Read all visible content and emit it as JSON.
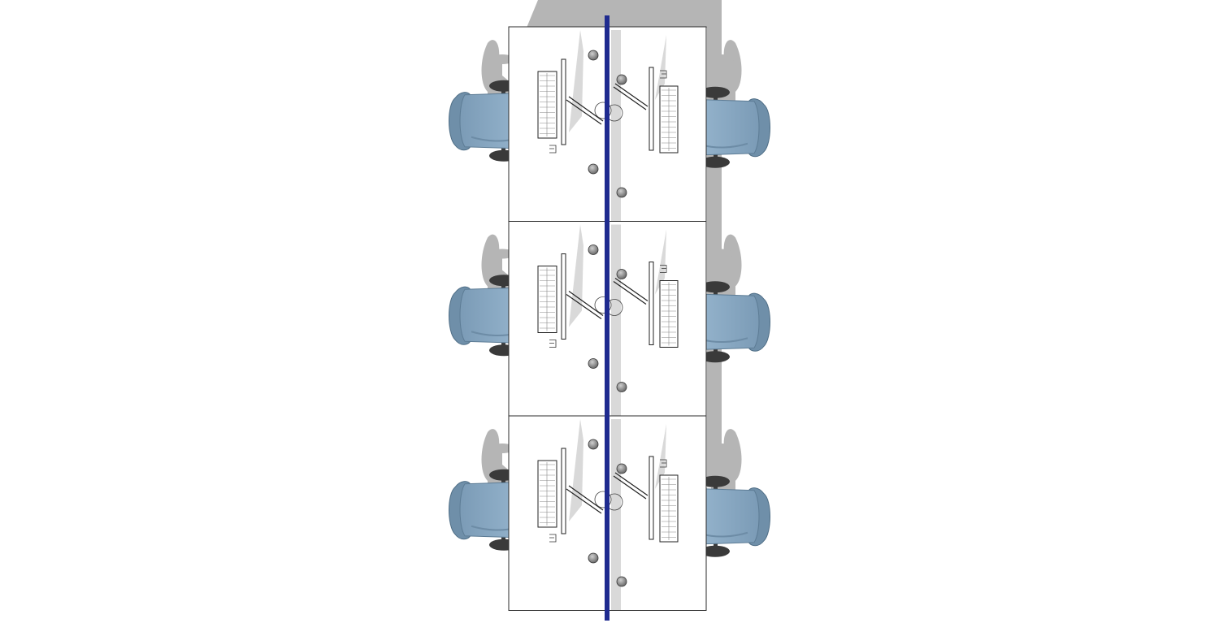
{
  "scene": {
    "kind": "top-down desk cluster plan",
    "rows": 3,
    "seats_per_row": 2,
    "total_workstations": 6
  },
  "colors": {
    "background": "#ffffff",
    "desk_fill": "#ffffff",
    "desk_outline": "#2b2b2b",
    "divider_screen": "#1f2b8f",
    "shadow": "#b5b5b5",
    "chair_seat": "#8aaac4",
    "chair_seat_dark": "#6f8fa9",
    "chair_arm": "#3a3a3a",
    "monitor_shadow": "#d9d9d9"
  },
  "icons": {
    "chair": "office-chair-icon",
    "monitor": "monitor-icon",
    "keyboard": "keyboard-icon",
    "mouse": "mouse-icon",
    "grommet": "cable-grommet-icon",
    "monitor_arm": "monitor-arm-icon"
  },
  "workstations": [
    {
      "row": 1,
      "side": "left"
    },
    {
      "row": 1,
      "side": "right"
    },
    {
      "row": 2,
      "side": "left"
    },
    {
      "row": 2,
      "side": "right"
    },
    {
      "row": 3,
      "side": "left"
    },
    {
      "row": 3,
      "side": "right"
    }
  ]
}
